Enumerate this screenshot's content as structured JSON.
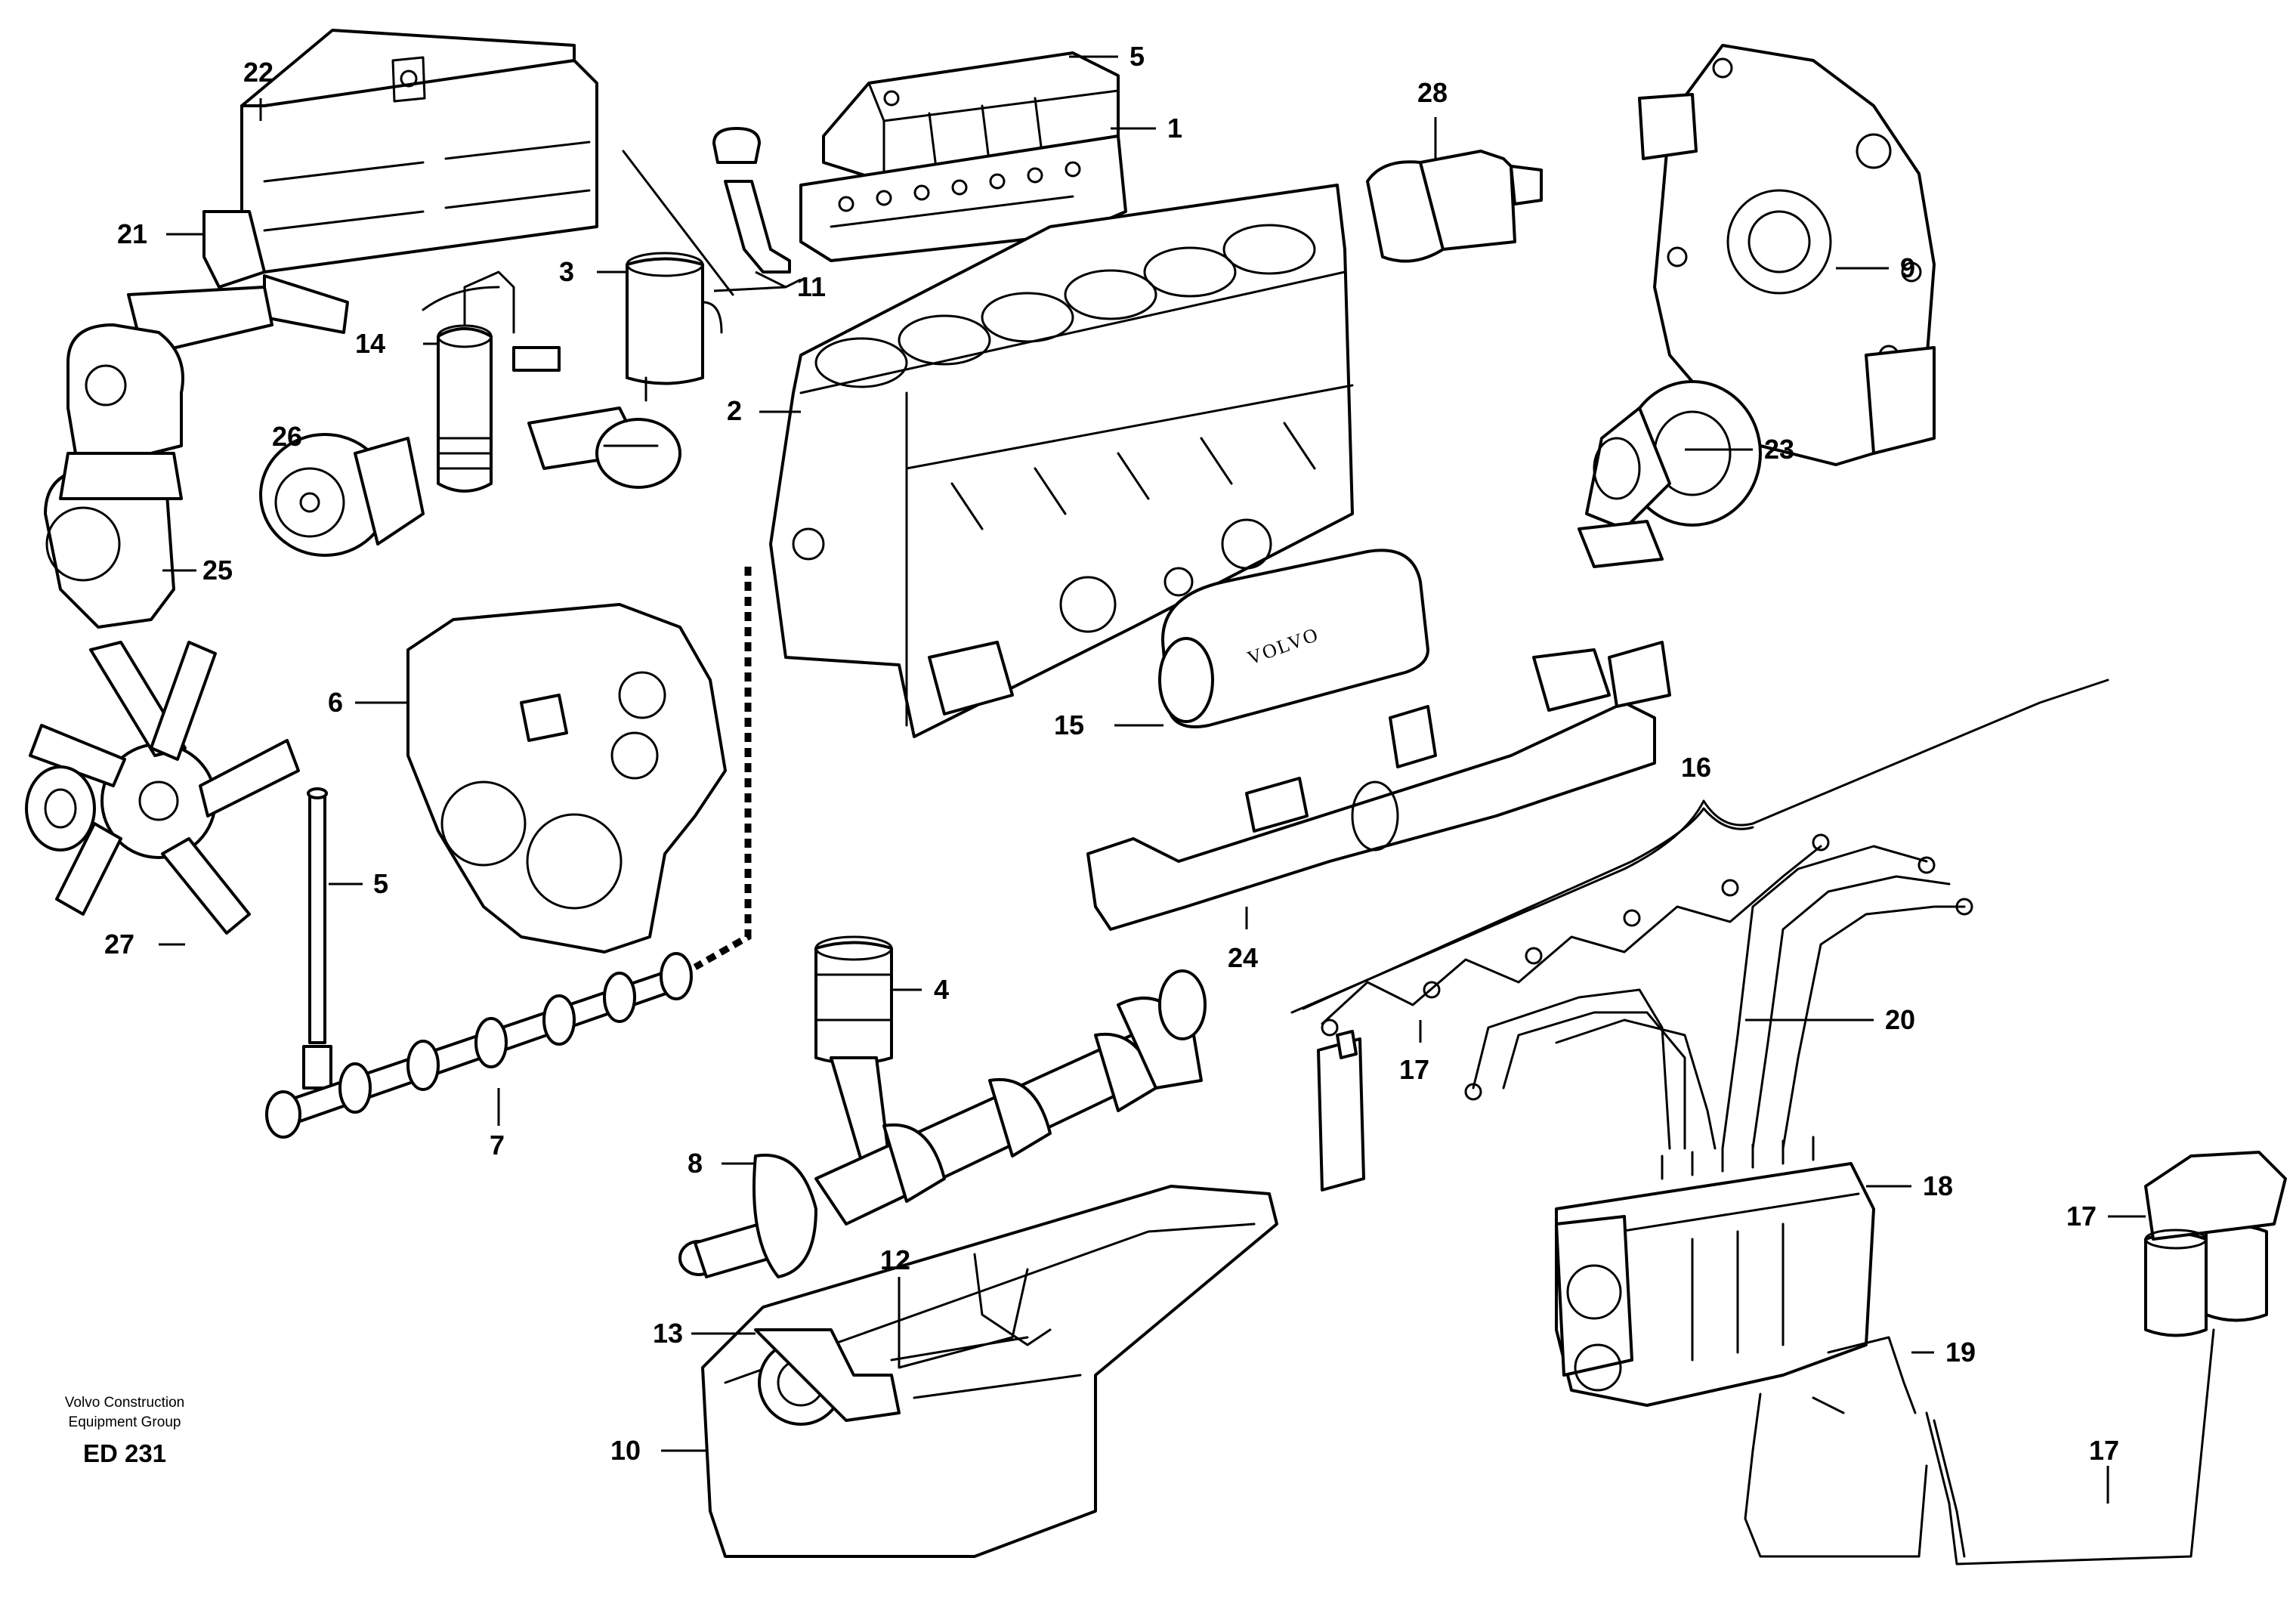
{
  "callouts": [
    {
      "id": "c1",
      "text": "1"
    },
    {
      "id": "c2",
      "text": "2"
    },
    {
      "id": "c3",
      "text": "3"
    },
    {
      "id": "c4",
      "text": "4"
    },
    {
      "id": "c5a",
      "text": "5"
    },
    {
      "id": "c5b",
      "text": "5"
    },
    {
      "id": "c6",
      "text": "6"
    },
    {
      "id": "c7",
      "text": "7"
    },
    {
      "id": "c8",
      "text": "8"
    },
    {
      "id": "c9",
      "text": "9"
    },
    {
      "id": "c10",
      "text": "10"
    },
    {
      "id": "c11",
      "text": "11"
    },
    {
      "id": "c12",
      "text": "12"
    },
    {
      "id": "c13",
      "text": "13"
    },
    {
      "id": "c14",
      "text": "14"
    },
    {
      "id": "c15",
      "text": "15"
    },
    {
      "id": "c16",
      "text": "16"
    },
    {
      "id": "c17a",
      "text": "17"
    },
    {
      "id": "c17b",
      "text": "17"
    },
    {
      "id": "c17c",
      "text": "17"
    },
    {
      "id": "c18",
      "text": "18"
    },
    {
      "id": "c19",
      "text": "19"
    },
    {
      "id": "c20",
      "text": "20"
    },
    {
      "id": "c21",
      "text": "21"
    },
    {
      "id": "c22",
      "text": "22"
    },
    {
      "id": "c23",
      "text": "23"
    },
    {
      "id": "c24",
      "text": "24"
    },
    {
      "id": "c25",
      "text": "25"
    },
    {
      "id": "c26",
      "text": "26"
    },
    {
      "id": "c27",
      "text": "27"
    },
    {
      "id": "c28",
      "text": "28"
    }
  ],
  "brand_marking": "VOLVO",
  "footer": {
    "line1": "Volvo Construction",
    "line2": "Equipment Group",
    "code": "ED 231"
  }
}
